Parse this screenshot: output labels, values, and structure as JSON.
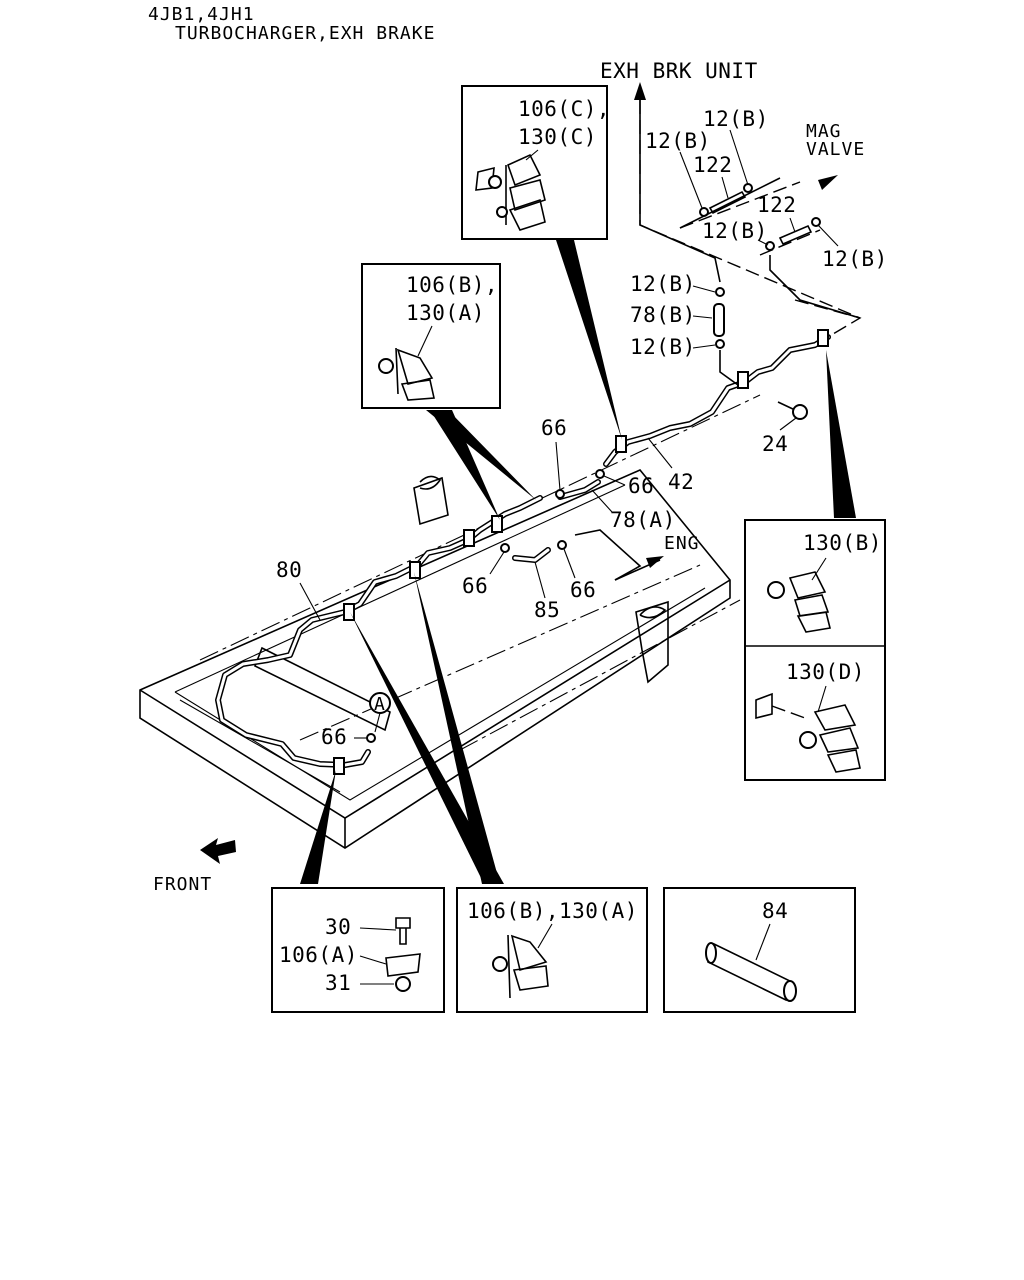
{
  "header": {
    "model": "4JB1,4JH1",
    "section": "TURBOCHARGER,EXH BRAKE"
  },
  "labels": {
    "exh_brk_unit": "EXH BRK UNIT",
    "mag_valve_line1": "MAG",
    "mag_valve_line2": "VALVE",
    "eng": "ENG",
    "front": "FRONT",
    "circle_a": "A"
  },
  "callouts": {
    "p12b_1": "12(B)",
    "p12b_2": "12(B)",
    "p12b_3": "12(B)",
    "p12b_4": "12(B)",
    "p12b_5": "12(B)",
    "p12b_6": "12(B)",
    "p122_1": "122",
    "p122_2": "122",
    "p78b": "78(B)",
    "p24": "24",
    "p42": "42",
    "p66_1": "66",
    "p66_2": "66",
    "p66_3": "66",
    "p66_4": "66",
    "p66_5": "66",
    "p78a": "78(A)",
    "p85": "85",
    "p80": "80"
  },
  "insets": {
    "top_center": {
      "line1": "106(C),",
      "line2": "130(C)"
    },
    "top_left": {
      "line1": "106(B),",
      "line2": "130(A)"
    },
    "right_upper": {
      "label": "130(B)"
    },
    "right_lower": {
      "label": "130(D)"
    },
    "bottom_1": {
      "p30": "30",
      "p106a": "106(A)",
      "p31": "31"
    },
    "bottom_2": {
      "label": "106(B),130(A)"
    },
    "bottom_3": {
      "label": "84"
    }
  }
}
